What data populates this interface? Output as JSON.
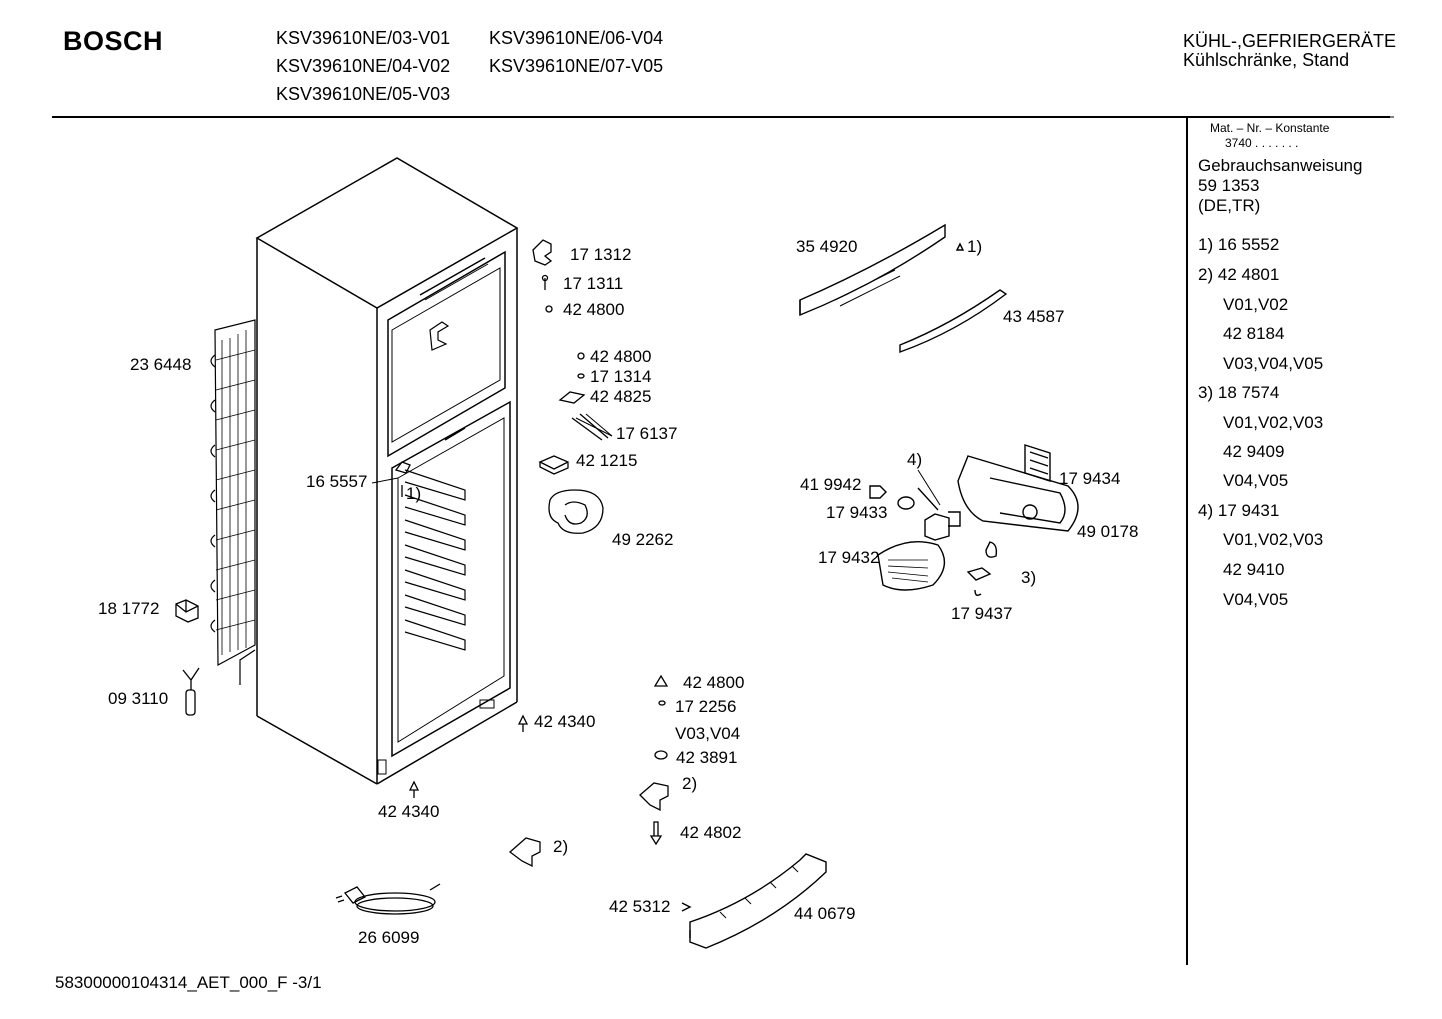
{
  "header": {
    "brand": "BOSCH",
    "models": [
      "KSV39610NE/03-V01",
      "KSV39610NE/04-V02",
      "KSV39610NE/05-V03",
      "KSV39610NE/06-V04",
      "KSV39610NE/07-V05"
    ],
    "category_line1": "KÜHL-,GEFRIERGERÄTE",
    "category_line2": "Kühlschränke, Stand"
  },
  "sidebar": {
    "mat_header": "Mat. – Nr. – Konstante",
    "mat_value": "3740 . . .   . . . .",
    "manual_title": "Gebrauchsanweisung",
    "manual_number": "59 1353",
    "manual_langs": "(DE,TR)",
    "entries": [
      {
        "no": "1)",
        "part": "16 5552"
      },
      {
        "no": "2)",
        "part": "42 4801"
      },
      {
        "no": "",
        "part": "V01,V02"
      },
      {
        "no": "",
        "part": "42 8184"
      },
      {
        "no": "",
        "part": "V03,V04,V05"
      },
      {
        "no": "3)",
        "part": "18 7574"
      },
      {
        "no": "",
        "part": "V01,V02,V03"
      },
      {
        "no": "",
        "part": "42 9409"
      },
      {
        "no": "",
        "part": "V04,V05"
      },
      {
        "no": "4)",
        "part": "17 9431"
      },
      {
        "no": "",
        "part": "V01,V02,V03"
      },
      {
        "no": "",
        "part": "42 9410"
      },
      {
        "no": "",
        "part": "V04,V05"
      }
    ]
  },
  "labels": {
    "p171312": "17 1312",
    "p171311": "17 1311",
    "p424800a": "42 4800",
    "p424800b": "42 4800",
    "p171314": "17 1314",
    "p424825": "42 4825",
    "p176137": "17 6137",
    "p421215": "42 1215",
    "p492262": "49 2262",
    "p236448": "23 6448",
    "p165557": "16 5557",
    "ref1_cab": "1)",
    "p181772": "18 1772",
    "p093110": "09 3110",
    "p424340a": "42 4340",
    "p424340b": "42 4340",
    "p424800c": "42 4800",
    "p172256": "17 2256",
    "v0304": "V03,V04",
    "p423891": "42 3891",
    "ref2a": "2)",
    "p424802": "42 4802",
    "ref2b": "2)",
    "p266099": "26 6099",
    "p425312": "42 5312",
    "p440679": "44 0679",
    "p354920": "35 4920",
    "ref1_panel": "1)",
    "p434587": "43 4587",
    "ref4": "4)",
    "p179434": "17 9434",
    "p419942": "41 9942",
    "p179433": "17 9433",
    "p490178": "49 0178",
    "p179432": "17 9432",
    "ref3": "3)",
    "p179437": "17 9437"
  },
  "footer": {
    "code": "58300000104314_AET_000_F -3/1"
  }
}
